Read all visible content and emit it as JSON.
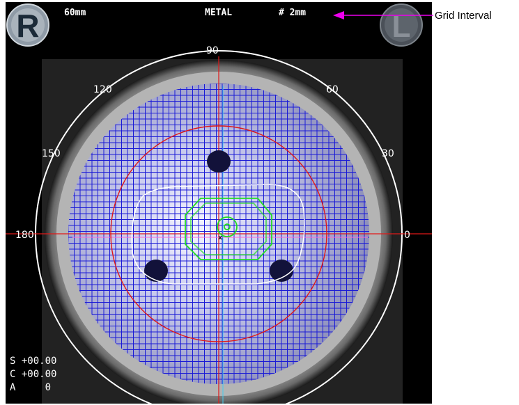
{
  "header": {
    "diameter": "60mm",
    "frame_type": "METAL",
    "grid_interval": "# 2mm"
  },
  "buttons": {
    "right_label": "R",
    "left_label": "L"
  },
  "degree_labels": {
    "d0": "0",
    "d30": "30",
    "d60": "60",
    "d90": "90",
    "d120": "120",
    "d150": "150",
    "d180": "180"
  },
  "readouts": {
    "sphere": "S +00.00",
    "cylinder": "C +00.00",
    "axis": "A     0"
  },
  "annotation": {
    "label": "Grid Interval"
  },
  "colors": {
    "grid": "#1a1ad6",
    "outer_circle": "#ffffff",
    "lens_circle": "#e01818",
    "crosshair": "#e01818",
    "lens_shape": "#ffffff",
    "center_marker": "#22dd22",
    "pointer_arrow": "#ee00ee"
  }
}
